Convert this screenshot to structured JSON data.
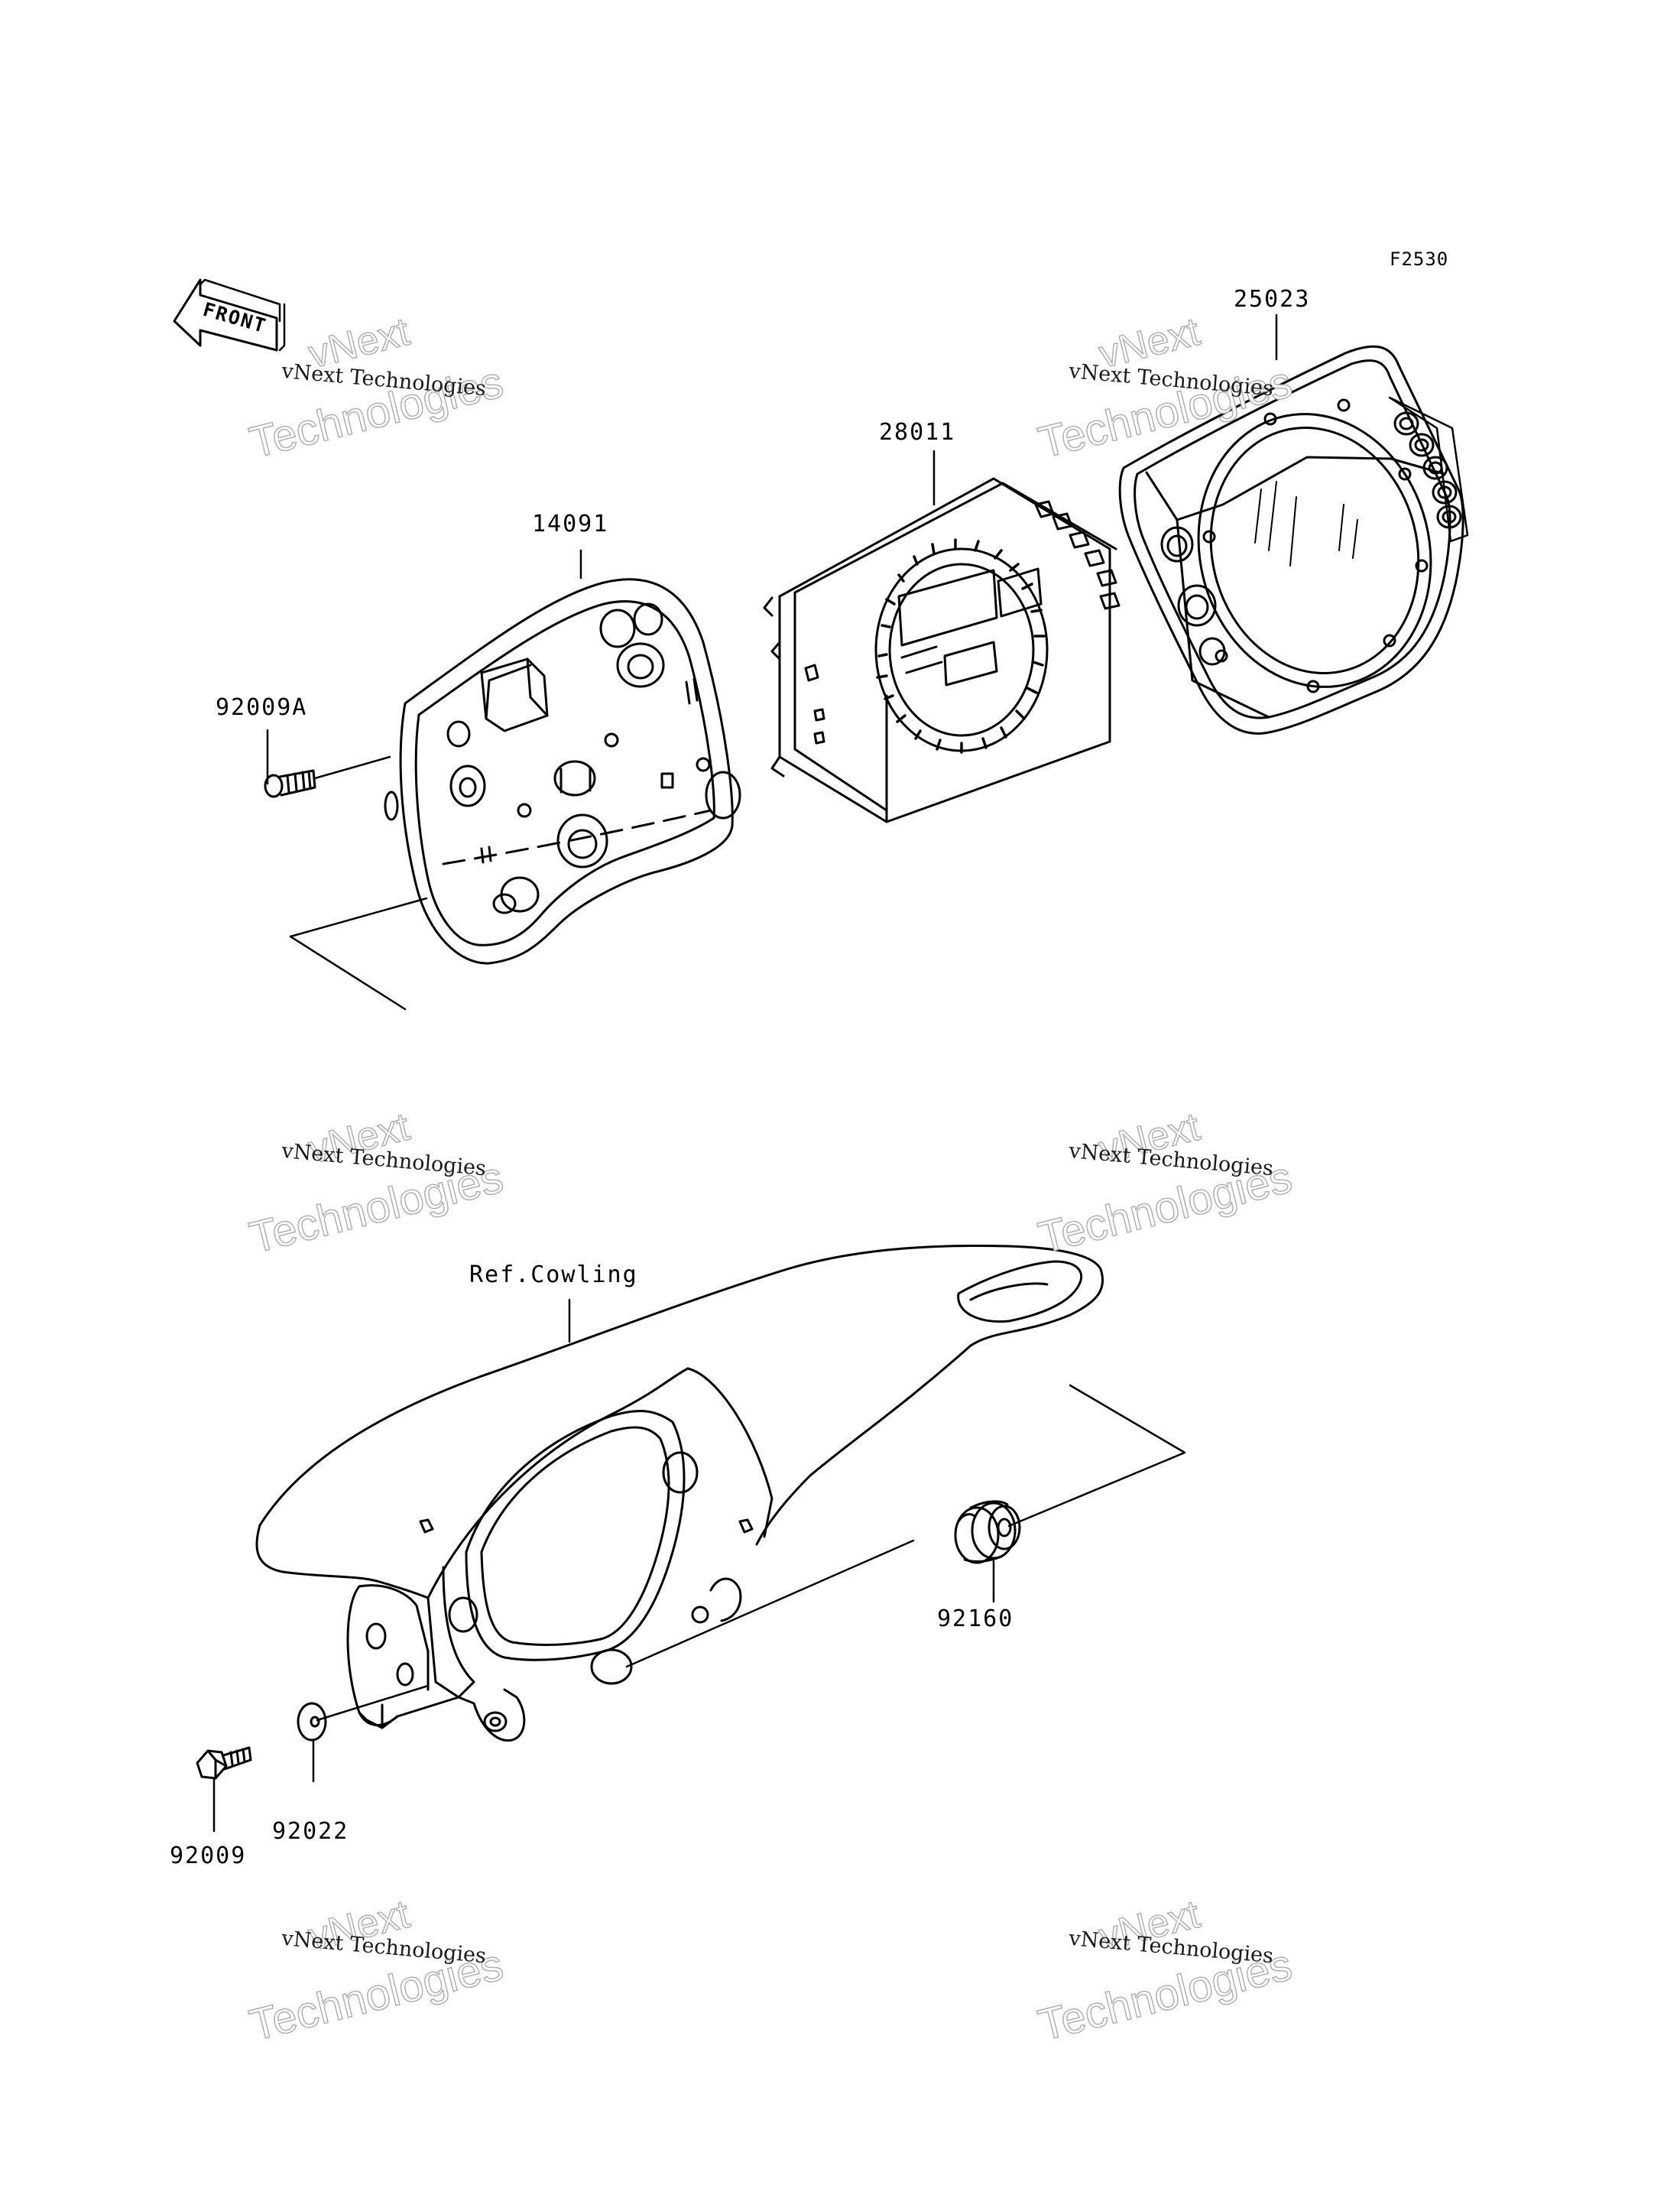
{
  "figure": {
    "code": "F2530"
  },
  "front_arrow": {
    "text": "FRONT"
  },
  "reference": {
    "cowling_label": "Ref.Cowling"
  },
  "parts": {
    "p25023": "25023",
    "p28011": "28011",
    "p14091": "14091",
    "p92009A": "92009A",
    "p92160": "92160",
    "p92022": "92022",
    "p92009": "92009"
  },
  "watermark": {
    "line1": "vNext",
    "line2": "Technologies",
    "small": "vNext Technologies"
  },
  "colors": {
    "line": "#000000",
    "watermark_outline": "#b0b0b0"
  }
}
